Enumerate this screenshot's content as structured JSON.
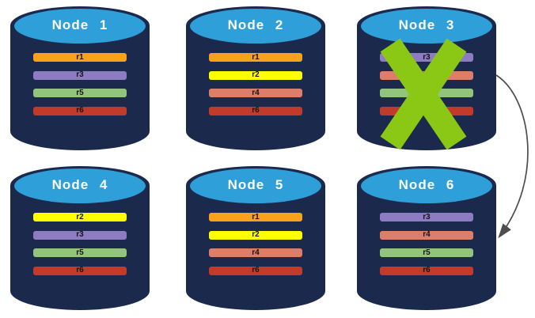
{
  "diagram": {
    "theme": {
      "background": "#FFFFFF",
      "cylinder_body": "#1B2A4C",
      "cylinder_top": "#2E9FD8",
      "title_color": "#FFFFFF",
      "bar_text_color": "#141414"
    },
    "nodes": [
      {
        "label": "Node 1",
        "replicas": [
          {
            "id": "r1",
            "color": "#F9A11B"
          },
          {
            "id": "r3",
            "color": "#8E7CC3"
          },
          {
            "id": "r5",
            "color": "#93C47D"
          },
          {
            "id": "r6",
            "color": "#C13B2A"
          }
        ]
      },
      {
        "label": "Node 2",
        "replicas": [
          {
            "id": "r1",
            "color": "#F9A11B"
          },
          {
            "id": "r2",
            "color": "#FFFF00"
          },
          {
            "id": "r4",
            "color": "#DD7E6B"
          },
          {
            "id": "r6",
            "color": "#C13B2A"
          }
        ]
      },
      {
        "label": "Node 3",
        "replicas": [
          {
            "id": "r3",
            "color": "#8E7CC3"
          },
          {
            "id": "r4",
            "color": "#DD7E6B"
          },
          {
            "id": "r5",
            "color": "#93C47D"
          },
          {
            "id": "r6",
            "color": "#C13B2A"
          }
        ]
      },
      {
        "label": "Node 4",
        "replicas": [
          {
            "id": "r2",
            "color": "#FFFF00"
          },
          {
            "id": "r3",
            "color": "#8E7CC3"
          },
          {
            "id": "r5",
            "color": "#93C47D"
          },
          {
            "id": "r6",
            "color": "#C13B2A"
          }
        ]
      },
      {
        "label": "Node 5",
        "replicas": [
          {
            "id": "r1",
            "color": "#F9A11B"
          },
          {
            "id": "r2",
            "color": "#FFFF00"
          },
          {
            "id": "r4",
            "color": "#DD7E6B"
          },
          {
            "id": "r6",
            "color": "#C13B2A"
          }
        ]
      },
      {
        "label": "Node 6",
        "replicas": [
          {
            "id": "r3",
            "color": "#8E7CC3"
          },
          {
            "id": "r4",
            "color": "#DD7E6B"
          },
          {
            "id": "r5",
            "color": "#93C47D"
          },
          {
            "id": "r6",
            "color": "#C13B2A"
          }
        ]
      }
    ],
    "failure_marker": {
      "symbol": "X",
      "color": "#8BC815",
      "node": "Node 3"
    },
    "arrow": {
      "from": "Node 3",
      "to": "Node 6",
      "color": "#4D4D4D"
    }
  }
}
